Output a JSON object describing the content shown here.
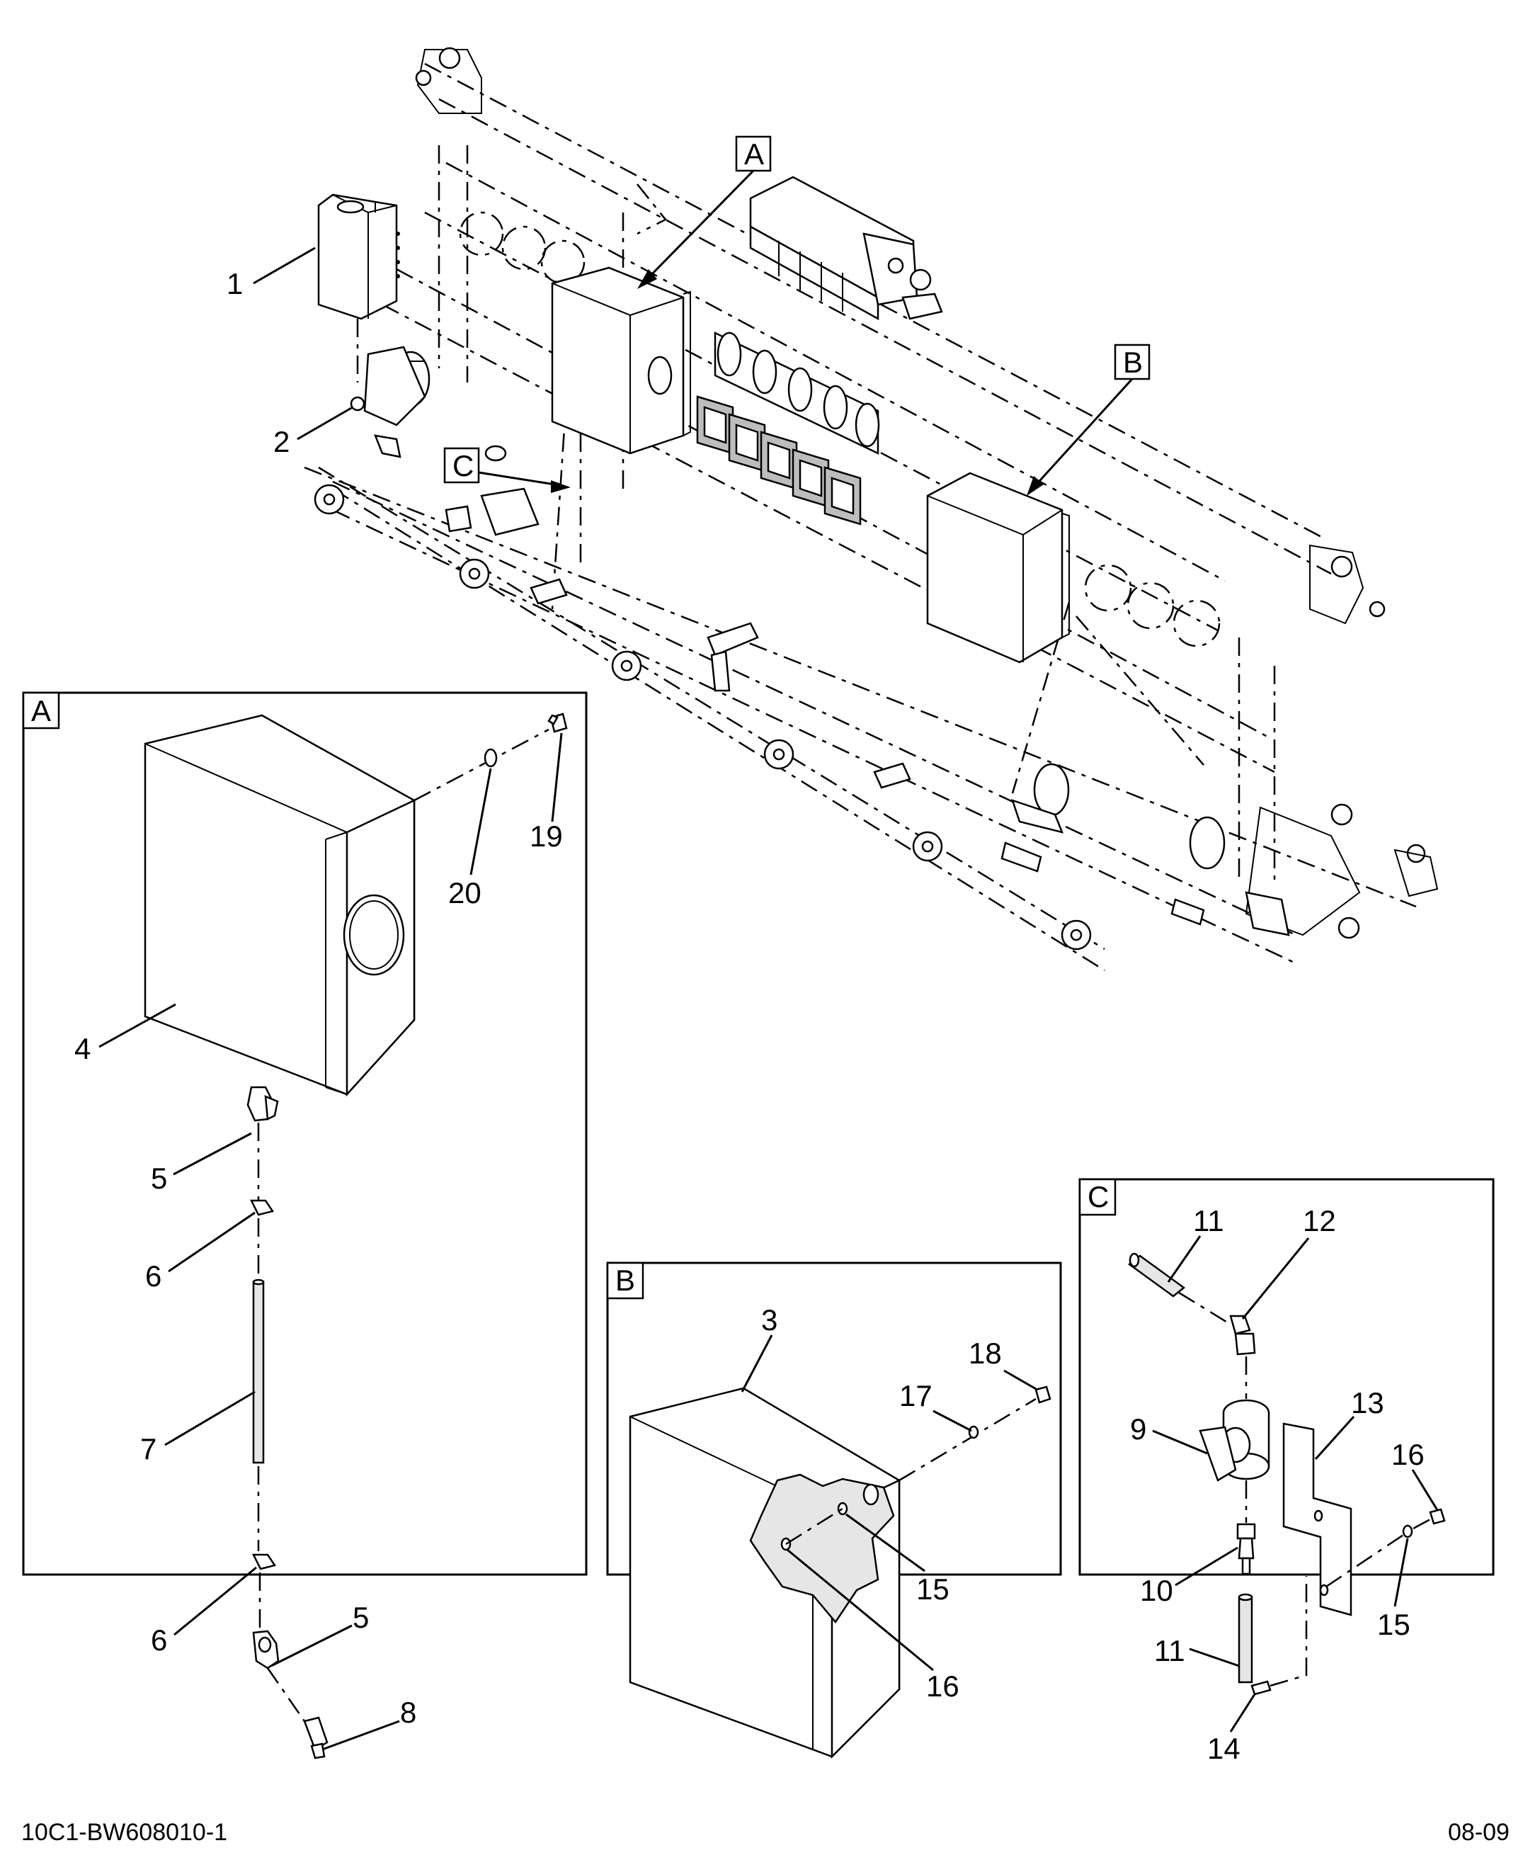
{
  "diagram": {
    "drawing_id": "10C1-BW608010-1",
    "revision_date": "08-09",
    "overview": {
      "view_refs": [
        "A",
        "B",
        "C"
      ],
      "callouts": [
        "1",
        "2"
      ]
    },
    "detail_a": {
      "label": "A",
      "callouts": [
        "4",
        "5",
        "6",
        "7",
        "6",
        "5",
        "8",
        "19",
        "20"
      ]
    },
    "detail_b": {
      "label": "B",
      "callouts": [
        "3",
        "17",
        "18",
        "15",
        "16"
      ]
    },
    "detail_c": {
      "label": "C",
      "callouts": [
        "11",
        "12",
        "9",
        "13",
        "16",
        "15",
        "10",
        "11",
        "14"
      ]
    }
  }
}
